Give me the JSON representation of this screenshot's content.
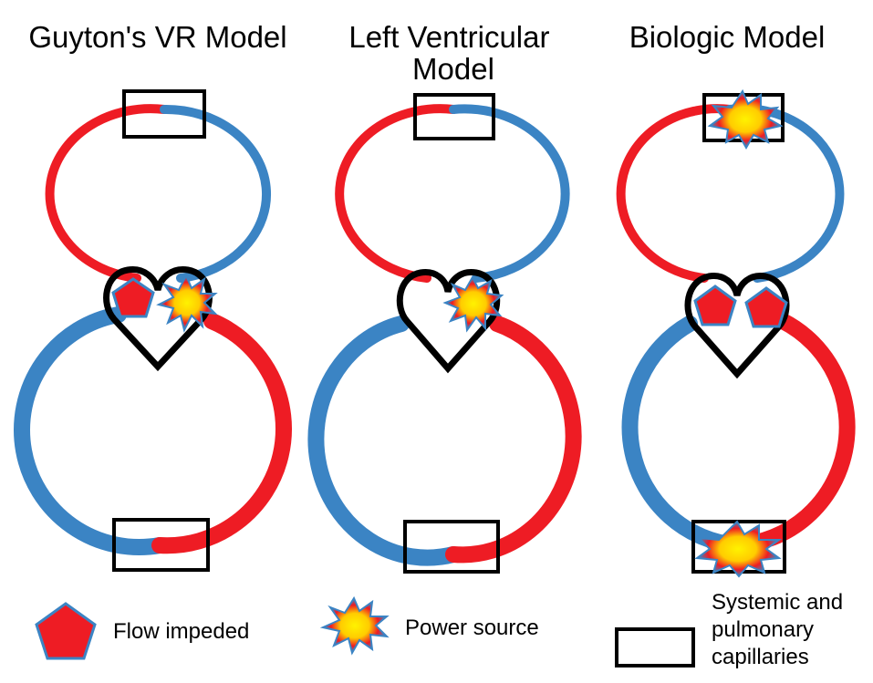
{
  "panels": [
    {
      "title": "Guyton's VR Model",
      "title_lines": [
        "Guyton's VR Model"
      ]
    },
    {
      "title": "Left Ventricular Model",
      "title_lines": [
        "Left Ventricular",
        "Model"
      ]
    },
    {
      "title": "Biologic Model",
      "title_lines": [
        "Biologic Model"
      ]
    }
  ],
  "legend": {
    "flow_impeded": "Flow impeded",
    "power_source": "Power source",
    "capillaries_lines": [
      "Systemic and",
      "pulmonary",
      "capillaries"
    ]
  },
  "colors": {
    "arterial": "#ee1c24",
    "venous": "#3b84c4",
    "outline": "#000000",
    "burst_outer": "#3b84c4",
    "burst_mid": "#ee1c24",
    "burst_inner": "#ffe600"
  }
}
